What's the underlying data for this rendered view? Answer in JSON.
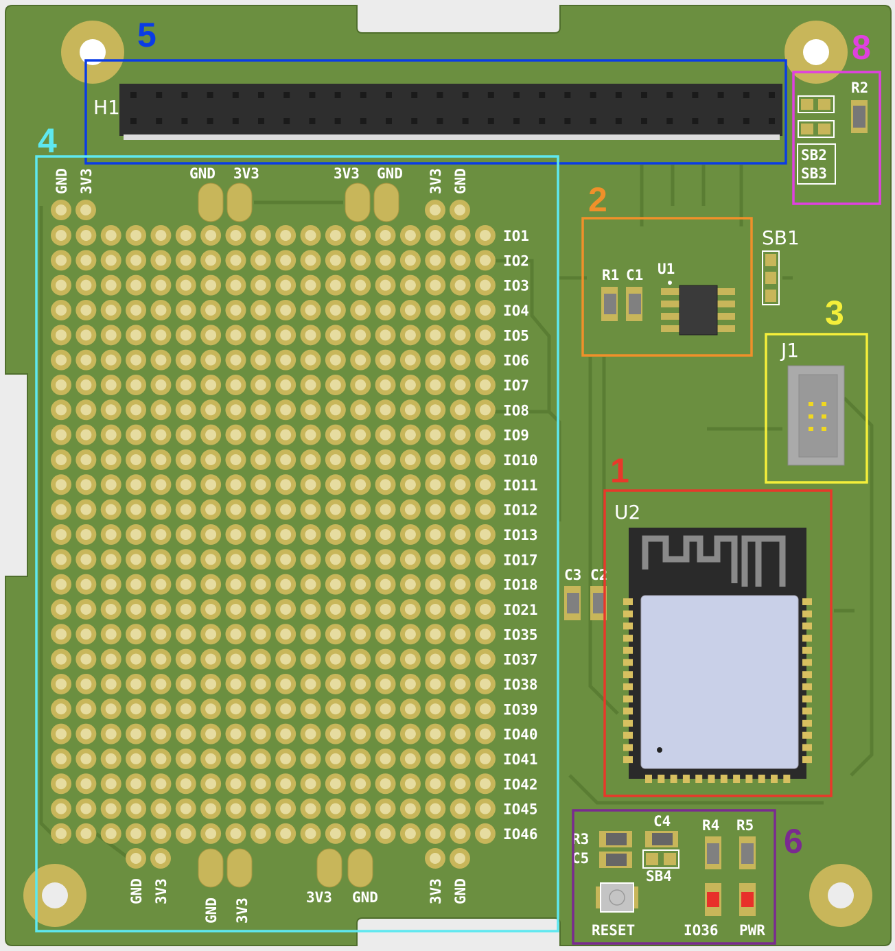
{
  "colors": {
    "board": "#6b8f40",
    "pad": "#c8b65a",
    "pad_center": "#e6dca0",
    "region_1": "#e8382a",
    "region_2": "#f0902a",
    "region_3": "#f5ef3a",
    "region_4": "#5ee8f0",
    "region_5": "#0a3ce6",
    "region_6": "#7a2a90",
    "region_8": "#e040e0"
  },
  "regions": {
    "r1": "1",
    "r2": "2",
    "r3": "3",
    "r4": "4",
    "r5": "5",
    "r6": "6",
    "r8": "8"
  },
  "components": {
    "h1": "H1",
    "r2": "R2",
    "sb2": "SB2",
    "sb3": "SB3",
    "sb1": "SB1",
    "r1": "R1",
    "c1": "C1",
    "u1": "U1",
    "j1": "J1",
    "u2": "U2",
    "c3": "C3",
    "c2": "C2",
    "r3": "R3",
    "c5": "C5",
    "c4": "C4",
    "sb4": "SB4",
    "r4": "R4",
    "r5": "R5",
    "reset": "RESET",
    "io36": "IO36",
    "pwr": "PWR"
  },
  "proto_top_labels": {
    "gnd_left": "GND",
    "v33_left": "3V3",
    "gnd_pad1": "GND",
    "v33_pad1": "3V3",
    "v33_pad2": "3V3",
    "gnd_pad2": "GND",
    "v33_right": "3V3",
    "gnd_right": "GND"
  },
  "proto_bottom_labels": {
    "gnd_left": "GND",
    "v33_left": "3V3",
    "gnd_pad1": "GND",
    "v33_pad1": "3V3",
    "v33_pad2": "3V3",
    "gnd_pad2": "GND",
    "v33_right": "3V3",
    "gnd_right": "GND"
  },
  "io_labels": [
    "IO1",
    "IO2",
    "IO3",
    "IO4",
    "IO5",
    "IO6",
    "IO7",
    "IO8",
    "IO9",
    "IO10",
    "IO11",
    "IO12",
    "IO13",
    "IO17",
    "IO18",
    "IO21",
    "IO35",
    "IO37",
    "IO38",
    "IO39",
    "IO40",
    "IO41",
    "IO42",
    "IO45",
    "IO46"
  ]
}
